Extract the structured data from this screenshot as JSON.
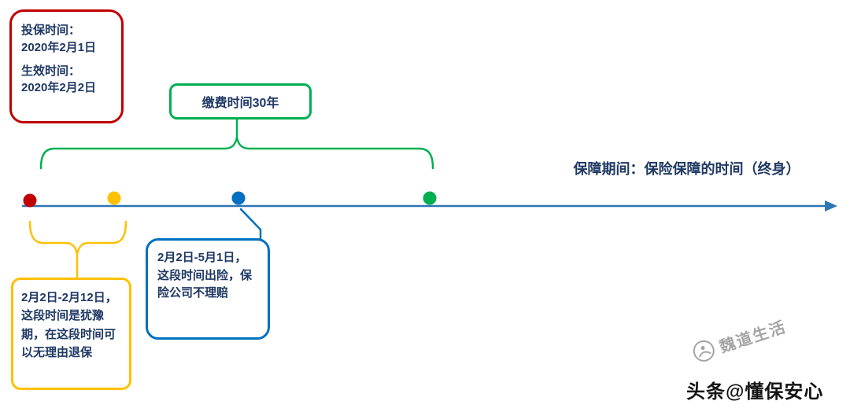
{
  "diagram": {
    "red_box": {
      "line1": "投保时间：",
      "line2": "2020年2月1日",
      "line3": "生效时间：",
      "line4": "2020年2月2日"
    },
    "green_box": {
      "label": "缴费时间30年"
    },
    "coverage_label": "保障期间：保险保障的时间（终身）",
    "yellow_box": {
      "text": "2月2日-2月12日，这段时间是犹豫期，在这段时间可以无理由退保"
    },
    "blue_box": {
      "text": "2月2日-5月1日，这段时间出险，保险公司不理赔"
    },
    "timeline_dots": [
      {
        "name": "dot-policy-start",
        "color_key": "red"
      },
      {
        "name": "dot-hesitation-end",
        "color_key": "yellow"
      },
      {
        "name": "dot-waiting-period-end",
        "color_key": "blue"
      },
      {
        "name": "dot-payment-end",
        "color_key": "green"
      }
    ]
  },
  "colors": {
    "red": "#C00000",
    "yellow": "#FFC000",
    "blue": "#0070C0",
    "green": "#00B050",
    "navy": "#1F3864",
    "timeline": "#2E75B6",
    "watermark_gray": "#9B9B9B"
  },
  "watermark": {
    "rotated_text": "魏道生活",
    "main_text": "头条@懂保安心"
  }
}
